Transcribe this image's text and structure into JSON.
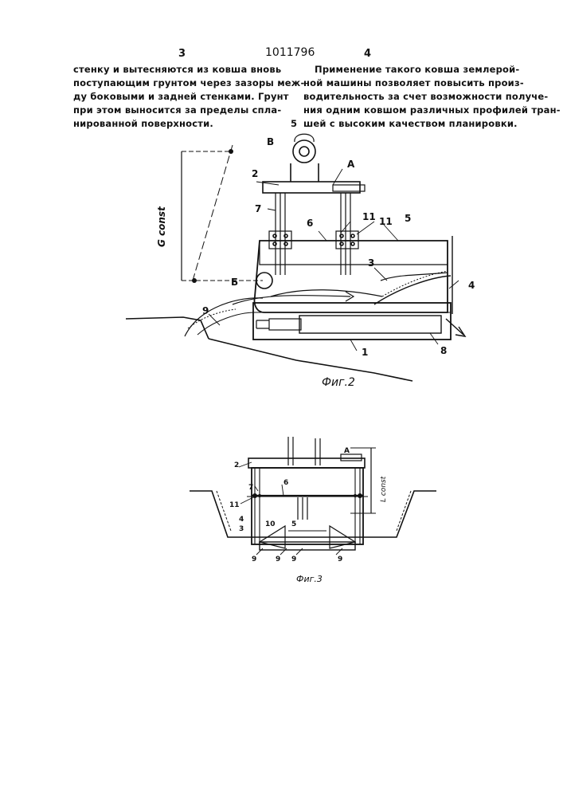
{
  "header": {
    "page_left": "3",
    "patent_number": "1011796",
    "page_right": "4"
  },
  "left_column": {
    "lines": [
      "стенку и вытесняются из ковша вновь",
      "поступающим грунтом через зазоры меж-",
      "ду боковыми и задней стенками. Грунт",
      "при этом  выносится за пределы спла-",
      "нированной поверхности."
    ]
  },
  "right_column": {
    "lines": [
      "Применение такого ковша землерой-",
      "ной машины позволяет повысить произ-",
      "водительность за счет возможности получе-",
      "ния одним ковшом различных профилей тран-",
      "шей с высоким качеством планировки."
    ],
    "line_number": "5"
  },
  "figure2": {
    "caption": "Фиг.2",
    "dimension_label": "G const",
    "labels": {
      "l1": "1",
      "l2": "2",
      "l3": "3",
      "l4": "4",
      "l5": "5",
      "l6": "6",
      "l7": "7",
      "l8": "8",
      "l9": "9",
      "l11a": "11",
      "l11b": "11",
      "lA": "A",
      "lB": "Б",
      "lV": "В"
    }
  },
  "figure3": {
    "caption": "Фиг.3",
    "dimension_label": "L const",
    "labels": {
      "l2": "2",
      "lA": "A",
      "l7": "7",
      "l6": "6",
      "l11": "11",
      "l4": "4",
      "l3": "3",
      "l10": "10",
      "l5": "5",
      "l9a": "9",
      "l9b": "9",
      "l9c": "9",
      "l9d": "9"
    }
  }
}
